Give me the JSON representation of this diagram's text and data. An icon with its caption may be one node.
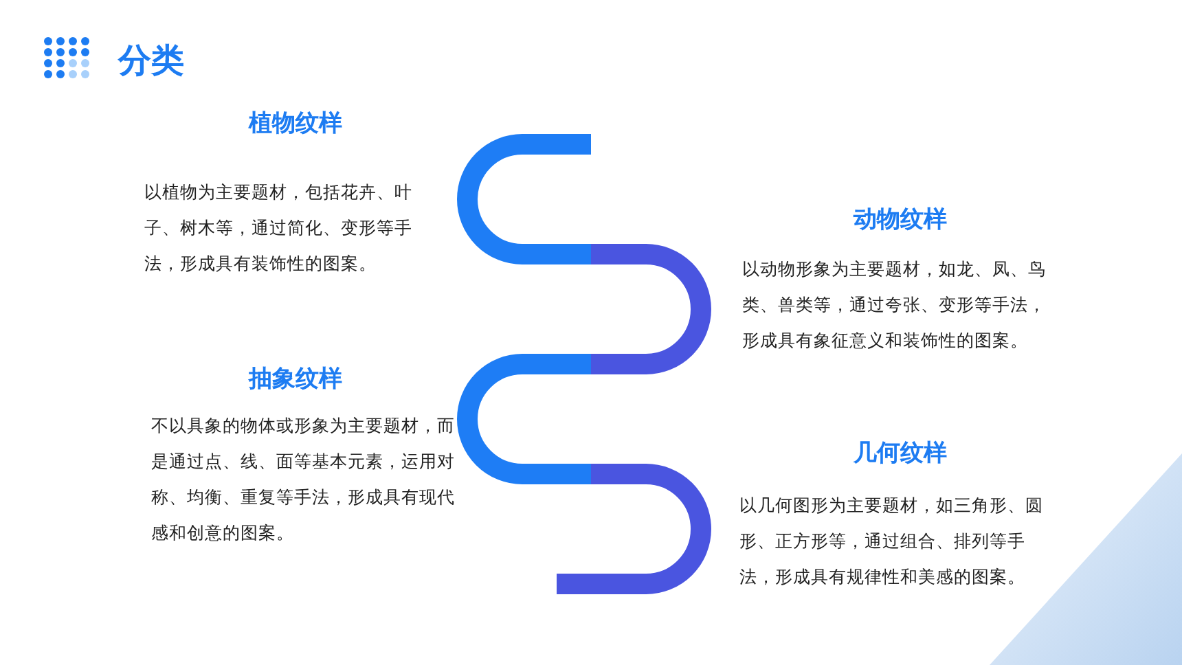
{
  "diagram": {
    "title": "分类",
    "labels": [
      "植物纹样",
      "以植物为主要题材，包括花卉、叶子、树木等，通过简化、变形等手法，形成具有装饰性的图案。",
      "动物纹样",
      "以动物形象为主要题材，如龙、凤、鸟类、兽类等，通过夸张、变形等手法，形成具有象征意义和装饰性的图案。",
      "抽象纹样",
      "不以具象的物体或形象为主要题材，而是通过点、线、面等基本元素，运用对称、均衡、重复等手法，形成具有现代感和创意的图案。",
      "几何纹样",
      "以几何图形为主要题材，如三角形、圆形、正方形等，通过组合、排列等手法，形成具有规律性和美感的图案。"
    ]
  }
}
